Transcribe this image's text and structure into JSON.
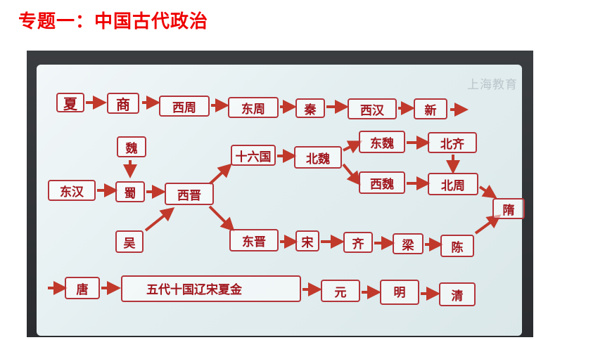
{
  "title": "专题一：中国古代政治",
  "watermark": "上海教育",
  "nodes": {
    "xia": "夏",
    "shang": "商",
    "xizhou": "西周",
    "dongzhou": "东周",
    "qin": "秦",
    "xihan": "西汉",
    "xin": "新",
    "wei": "魏",
    "donghan": "东汉",
    "shu": "蜀",
    "wu": "吴",
    "xijin": "西晋",
    "shiliuguo": "十六国",
    "beiwei": "北魏",
    "dongwei": "东魏",
    "xiwei": "西魏",
    "beiqi": "北齐",
    "beizhou": "北周",
    "sui": "隋",
    "dongjin": "东晋",
    "song_s": "宋",
    "qi_s": "齐",
    "liang": "梁",
    "chen": "陈",
    "tang": "唐",
    "wudai": "五代十国辽宋夏金",
    "yuan": "元",
    "ming": "明",
    "qing": "清"
  },
  "colors": {
    "title": "#ee0000",
    "box_border": "#b3343a",
    "box_text": "#a0161d",
    "arrow": "#c0392b"
  }
}
